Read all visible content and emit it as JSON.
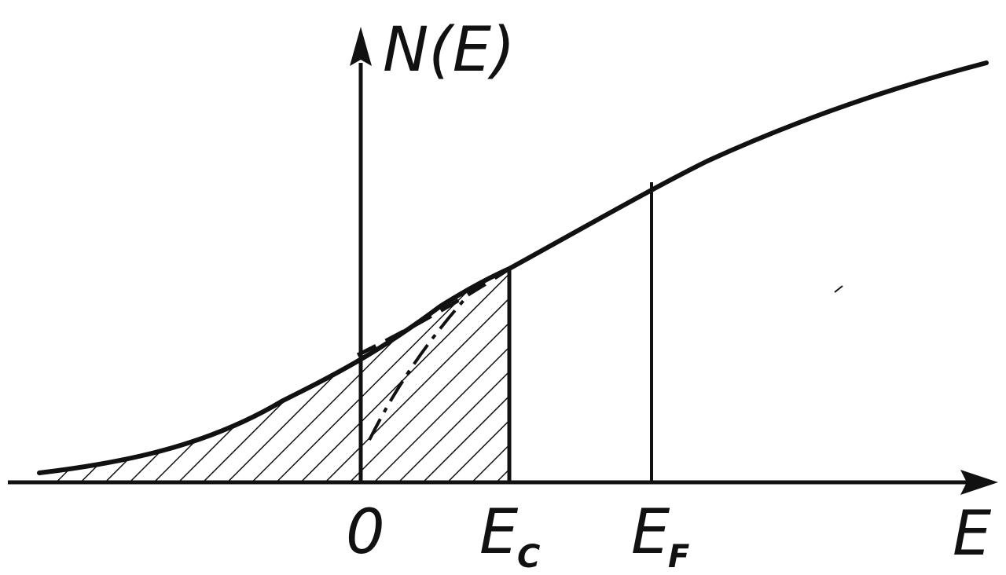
{
  "diagram": {
    "y_axis_label": "N(E)",
    "x_axis_label": "E",
    "ticks": {
      "origin": "0",
      "ec_main": "E",
      "ec_sub": "C",
      "ef_main": "E",
      "ef_sub": "F"
    },
    "colors": {
      "ink": "#111111",
      "background": "#ffffff"
    }
  }
}
